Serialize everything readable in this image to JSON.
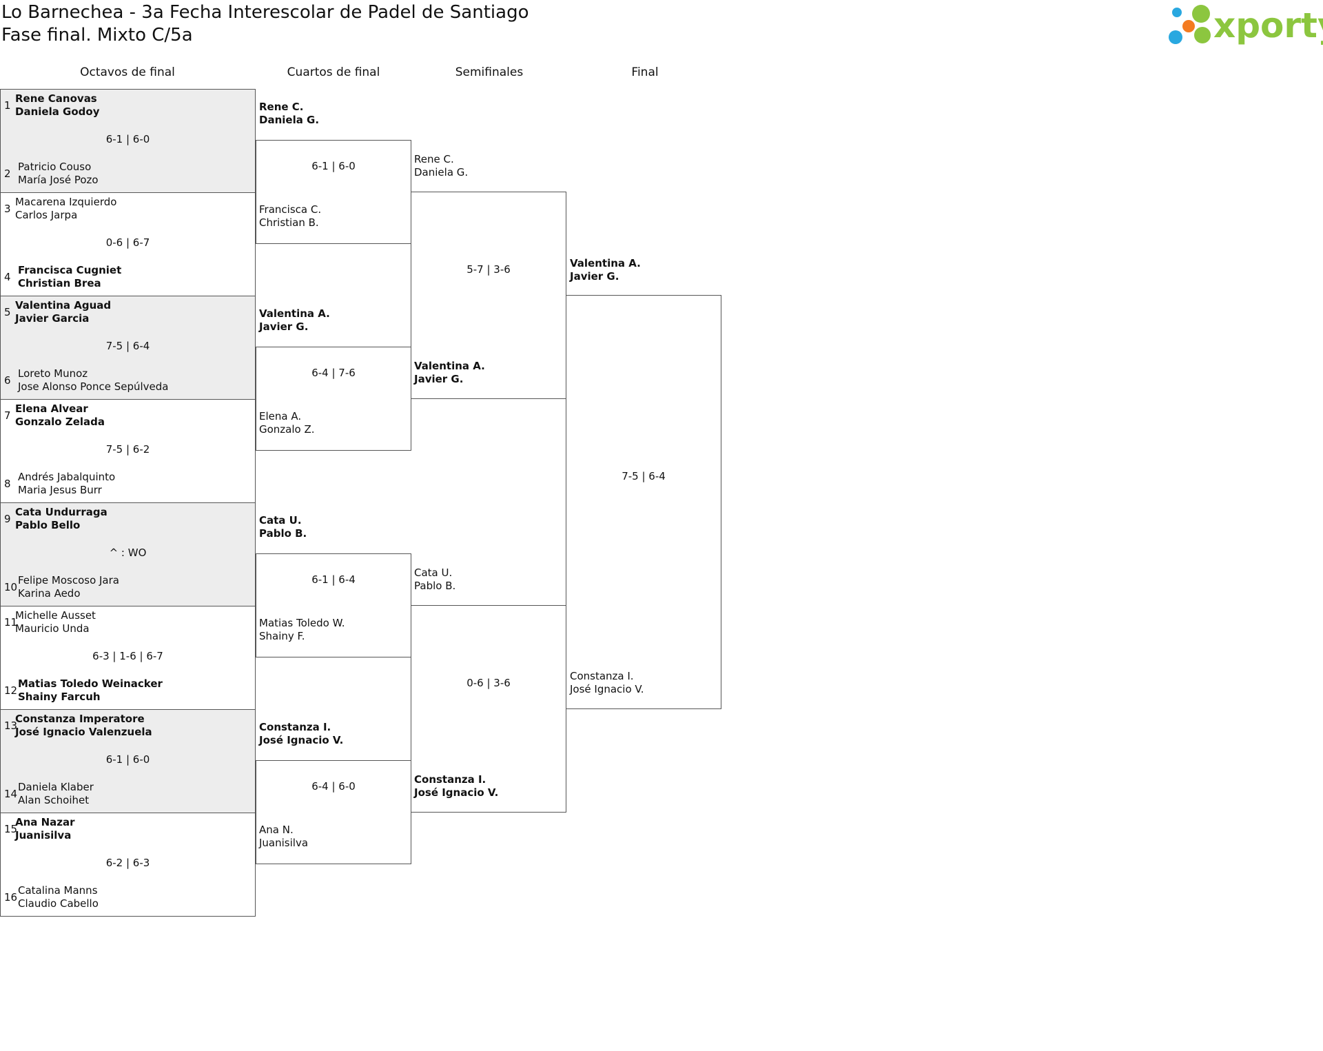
{
  "header": {
    "title_line1": "Lo Barnechea - 3a Fecha Interescolar de Padel de Santiago",
    "title_line2": "Fase final. Mixto C/5a"
  },
  "brand": {
    "name": "xporty",
    "colors": {
      "green": "#8cc63f",
      "orange": "#f47b20",
      "blue": "#29a8e0"
    }
  },
  "rounds": [
    "Octavos de final",
    "Cuartos de final",
    "Semifinales",
    "Final"
  ],
  "colors": {
    "shaded": "#ededed",
    "border": "#555555"
  },
  "r16": [
    {
      "a_seed": "1",
      "a1": "Rene Canovas",
      "a2": "Daniela Godoy",
      "score": "6-1 | 6-0",
      "b_seed": "2",
      "b1": "Patricio Couso",
      "b2": "María José Pozo",
      "winner": "a"
    },
    {
      "a_seed": "3",
      "a1": "Macarena Izquierdo",
      "a2": "Carlos Jarpa",
      "score": "0-6 | 6-7",
      "b_seed": "4",
      "b1": "Francisca Cugniet",
      "b2": "Christian Brea",
      "winner": "b"
    },
    {
      "a_seed": "5",
      "a1": "Valentina Aguad",
      "a2": "Javier Garcia",
      "score": "7-5 | 6-4",
      "b_seed": "6",
      "b1": "Loreto Munoz",
      "b2": "Jose Alonso Ponce Sepúlveda",
      "winner": "a"
    },
    {
      "a_seed": "7",
      "a1": "Elena Alvear",
      "a2": "Gonzalo Zelada",
      "score": "7-5 | 6-2",
      "b_seed": "8",
      "b1": "Andrés Jabalquinto",
      "b2": "Maria Jesus Burr",
      "winner": "a"
    },
    {
      "a_seed": "9",
      "a1": "Cata Undurraga",
      "a2": "Pablo Bello",
      "score": "^ : WO",
      "b_seed": "10",
      "b1": "Felipe Moscoso Jara",
      "b2": "Karina Aedo",
      "winner": "a"
    },
    {
      "a_seed": "11",
      "a1": "Michelle Ausset",
      "a2": "Mauricio Unda",
      "score": "6-3 | 1-6 | 6-7",
      "b_seed": "12",
      "b1": "Matias Toledo Weinacker",
      "b2": "Shainy Farcuh",
      "winner": "b"
    },
    {
      "a_seed": "13",
      "a1": "Constanza Imperatore",
      "a2": "José Ignacio Valenzuela",
      "score": "6-1 | 6-0",
      "b_seed": "14",
      "b1": "Daniela Klaber",
      "b2": "Alan Schoihet",
      "winner": "a"
    },
    {
      "a_seed": "15",
      "a1": "Ana Nazar",
      "a2": "Juanisilva",
      "score": "6-2 | 6-3",
      "b_seed": "16",
      "b1": "Catalina Manns",
      "b2": "Claudio Cabello",
      "winner": "a"
    }
  ],
  "qf": [
    {
      "a1": "Rene C.",
      "a2": "Daniela G.",
      "score": "6-1 | 6-0",
      "b1": "Francisca C.",
      "b2": "Christian B.",
      "winner": "a"
    },
    {
      "a1": "Valentina A.",
      "a2": "Javier G.",
      "score": "6-4 | 7-6",
      "b1": "Elena A.",
      "b2": "Gonzalo Z.",
      "winner": "a"
    },
    {
      "a1": "Cata U.",
      "a2": "Pablo B.",
      "score": "6-1 | 6-4",
      "b1": "Matias Toledo W.",
      "b2": "Shainy F.",
      "winner": "a"
    },
    {
      "a1": "Constanza I.",
      "a2": "José Ignacio V.",
      "score": "6-4 | 6-0",
      "b1": "Ana N.",
      "b2": "Juanisilva",
      "winner": "a"
    }
  ],
  "sf": [
    {
      "a1": "Rene C.",
      "a2": "Daniela G.",
      "score": "5-7 | 3-6",
      "b1": "Valentina A.",
      "b2": "Javier G.",
      "winner": "b"
    },
    {
      "a1": "Cata U.",
      "a2": "Pablo B.",
      "score": "0-6 | 3-6",
      "b1": "Constanza I.",
      "b2": "José Ignacio V.",
      "winner": "b"
    }
  ],
  "final": {
    "a1": "Valentina A.",
    "a2": "Javier G.",
    "score": "7-5 | 6-4",
    "b1": "Constanza I.",
    "b2": "José Ignacio V.",
    "winner": "a"
  }
}
